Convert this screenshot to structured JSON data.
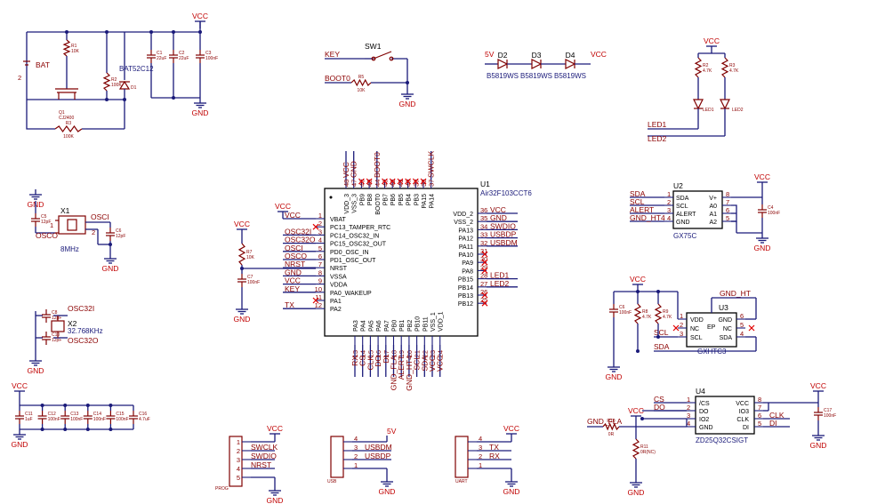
{
  "power": {
    "vcc": "VCC",
    "gnd": "GND",
    "v5": "5V"
  },
  "mcu": {
    "ref": "U1",
    "part": "Air32F103CCT6",
    "left_pins": [
      {
        "num": "1",
        "name": "VBAT",
        "net": "VCC"
      },
      {
        "num": "2",
        "name": "PC13_TAMPER_RTC",
        "net": ""
      },
      {
        "num": "3",
        "name": "PC14_OSC32_IN",
        "net": "OSC32I"
      },
      {
        "num": "4",
        "name": "PC15_OSC32_OUT",
        "net": "OSC32O"
      },
      {
        "num": "5",
        "name": "PD0_OSC_IN",
        "net": "OSCI"
      },
      {
        "num": "6",
        "name": "PD1_OSC_OUT",
        "net": "OSCO"
      },
      {
        "num": "7",
        "name": "NRST",
        "net": "NRST"
      },
      {
        "num": "8",
        "name": "VSSA",
        "net": "GND"
      },
      {
        "num": "9",
        "name": "VDDA",
        "net": "VCC"
      },
      {
        "num": "10",
        "name": "PA0_WAKEUP",
        "net": "KEY"
      },
      {
        "num": "11",
        "name": "PA1",
        "net": ""
      },
      {
        "num": "12",
        "name": "PA2",
        "net": "TX"
      }
    ],
    "right_pins": [
      {
        "num": "36",
        "name": "VDD_2",
        "net": "VCC"
      },
      {
        "num": "35",
        "name": "VSS_2",
        "net": "GND"
      },
      {
        "num": "34",
        "name": "PA13",
        "net": "SWDIO"
      },
      {
        "num": "33",
        "name": "PA12",
        "net": "USBDP"
      },
      {
        "num": "32",
        "name": "PA11",
        "net": "USBDM"
      },
      {
        "num": "31",
        "name": "PA10",
        "net": ""
      },
      {
        "num": "30",
        "name": "PA9",
        "net": ""
      },
      {
        "num": "29",
        "name": "PA8",
        "net": ""
      },
      {
        "num": "28",
        "name": "PB15",
        "net": "LED1"
      },
      {
        "num": "27",
        "name": "PB14",
        "net": "LED2"
      },
      {
        "num": "26",
        "name": "PB13",
        "net": ""
      },
      {
        "num": "25",
        "name": "PB12",
        "net": ""
      }
    ],
    "top_pins": [
      {
        "num": "48",
        "name": "VDD_3",
        "net": "VCC"
      },
      {
        "num": "47",
        "name": "VSS_3",
        "net": "GND"
      },
      {
        "num": "46",
        "name": "PB9",
        "net": ""
      },
      {
        "num": "45",
        "name": "PB8",
        "net": ""
      },
      {
        "num": "44",
        "name": "BOOT0",
        "net": "BOOT0"
      },
      {
        "num": "43",
        "name": "PB7",
        "net": ""
      },
      {
        "num": "42",
        "name": "PB6",
        "net": ""
      },
      {
        "num": "41",
        "name": "PB5",
        "net": ""
      },
      {
        "num": "40",
        "name": "PB4",
        "net": ""
      },
      {
        "num": "39",
        "name": "PB3",
        "net": ""
      },
      {
        "num": "38",
        "name": "PA15",
        "net": ""
      },
      {
        "num": "37",
        "name": "PA14",
        "net": "SWCLK"
      }
    ],
    "bottom_pins": [
      {
        "num": "13",
        "name": "PA3",
        "net": "RX"
      },
      {
        "num": "14",
        "name": "PA4",
        "net": "CS"
      },
      {
        "num": "15",
        "name": "PA5",
        "net": "CLK"
      },
      {
        "num": "16",
        "name": "PA6",
        "net": "DO"
      },
      {
        "num": "17",
        "name": "PA7",
        "net": "DI"
      },
      {
        "num": "18",
        "name": "PB0",
        "net": "GND_FLA"
      },
      {
        "num": "19",
        "name": "PB1",
        "net": "ALERT"
      },
      {
        "num": "20",
        "name": "PB2",
        "net": "GND_HT4"
      },
      {
        "num": "21",
        "name": "PB10",
        "net": "SCL"
      },
      {
        "num": "22",
        "name": "PB11",
        "net": "SDA"
      },
      {
        "num": "23",
        "name": "VSS_1",
        "net": "VCC"
      },
      {
        "num": "24",
        "name": "VDD_1",
        "net": "VCC"
      }
    ]
  },
  "battery": {
    "bat": "BAT",
    "r1": "R1",
    "r1v": "10K",
    "r2": "R2",
    "r2v": "100K",
    "r3": "R3",
    "r3v": "100K",
    "q1": "Q1",
    "q1v": "CJ2400",
    "d1": "D1",
    "d1v": "BAT52C12",
    "c1": "C1",
    "c1v": "22uF",
    "c2": "C2",
    "c2v": "22uF",
    "c3": "C3",
    "c3v": "100nF"
  },
  "switch": {
    "key": "KEY",
    "sw": "SW1",
    "boot0": "BOOT0",
    "r": "R5",
    "rv": "10K"
  },
  "diodes": {
    "v5": "5V",
    "d2": "D2",
    "d3": "D3",
    "d4": "D4",
    "part": "B5819WS"
  },
  "leds": {
    "r1": "R2",
    "r1v": "4.7K",
    "r2": "R3",
    "r2v": "4.7K",
    "led1": "LED1",
    "led2": "LED2"
  },
  "crystal8": {
    "ref": "X1",
    "freq": "8MHz",
    "c1": "C5",
    "c1v": "12pF",
    "c2": "C6",
    "c2v": "12pF",
    "osco": "OSCO",
    "osci": "OSCI",
    "p2": "2",
    "p1": "1"
  },
  "crystal32": {
    "ref": "X2",
    "freq": "32.768KHz",
    "c1": "C8",
    "c1v": "12pF",
    "c2": "C10",
    "c2v": "12pF",
    "osc32i": "OSC32I",
    "osc32o": "OSC32O"
  },
  "nrst": {
    "r": "R7",
    "rv": "10K",
    "c": "C7",
    "cv": "100nF"
  },
  "decoupling": [
    {
      "ref": "C11",
      "val": "1uF"
    },
    {
      "ref": "C12",
      "val": "100nF"
    },
    {
      "ref": "C13",
      "val": "100nF"
    },
    {
      "ref": "C14",
      "val": "100nF"
    },
    {
      "ref": "C15",
      "val": "100nF"
    },
    {
      "ref": "C16",
      "val": "4.7uF"
    }
  ],
  "gx75c": {
    "ref": "U2",
    "part": "GX75C",
    "pins": [
      {
        "num": "1",
        "name": "SDA",
        "net": "SDA"
      },
      {
        "num": "2",
        "name": "SCL",
        "net": "SCL"
      },
      {
        "num": "3",
        "name": "ALERT",
        "net": "ALERT"
      },
      {
        "num": "4",
        "name": "GND",
        "net": "GND_HT4"
      }
    ],
    "rpins": [
      {
        "num": "8",
        "name": "V+"
      },
      {
        "num": "7",
        "name": "A0"
      },
      {
        "num": "6",
        "name": "A1"
      },
      {
        "num": "5",
        "name": "A2"
      }
    ],
    "c": "C4",
    "cv": "100nF"
  },
  "gxhtc3": {
    "ref": "U3",
    "part": "GXHTC3",
    "gnd_ht": "GND_HT",
    "lpins": [
      {
        "num": "1",
        "name": "VDD"
      },
      {
        "num": "2",
        "name": "NC"
      },
      {
        "num": "3",
        "name": "SCL"
      }
    ],
    "rpins": [
      {
        "num": "6",
        "name": "GND"
      },
      {
        "num": "5",
        "name": "NC"
      },
      {
        "num": "4",
        "name": "SDA"
      }
    ],
    "ep": "EP",
    "scl": "SCL",
    "sda": "SDA",
    "c": "C6",
    "cv": "100nF",
    "r": "R8",
    "rv": "4.7K",
    "r2": "R9",
    "r2v": "4.7K"
  },
  "flash": {
    "ref": "U4",
    "part": "ZD25Q32CSIGT",
    "lpins": [
      {
        "num": "1",
        "name": "/CS",
        "net": "CS"
      },
      {
        "num": "2",
        "name": "DO",
        "net": "DO"
      },
      {
        "num": "3",
        "name": "IO2",
        "net": ""
      },
      {
        "num": "4",
        "name": "GND",
        "net": ""
      }
    ],
    "rpins": [
      {
        "num": "8",
        "name": "VCC",
        "net": ""
      },
      {
        "num": "7",
        "name": "IO3",
        "net": ""
      },
      {
        "num": "6",
        "name": "CLK",
        "net": "CLK"
      },
      {
        "num": "5",
        "name": "DI",
        "net": "DI"
      }
    ],
    "gnd_fla": "GND_FLA",
    "r10": "R10",
    "r10v": "0R",
    "r11": "R11",
    "r11v": "0R(NC)",
    "c": "C17",
    "cv": "100nF"
  },
  "prog": {
    "label": "PROG",
    "nets": [
      "SWCLK",
      "SWDIO",
      "NRST"
    ],
    "nums": [
      "1",
      "2",
      "3",
      "4",
      "5"
    ]
  },
  "usb": {
    "label": "USB",
    "nets": [
      "USBDM",
      "USBDP"
    ],
    "nums": [
      "4",
      "3",
      "2",
      "1"
    ]
  },
  "uart": {
    "label": "UART",
    "nets": [
      "TX",
      "RX"
    ],
    "nums": [
      "4",
      "3",
      "2",
      "1"
    ]
  }
}
